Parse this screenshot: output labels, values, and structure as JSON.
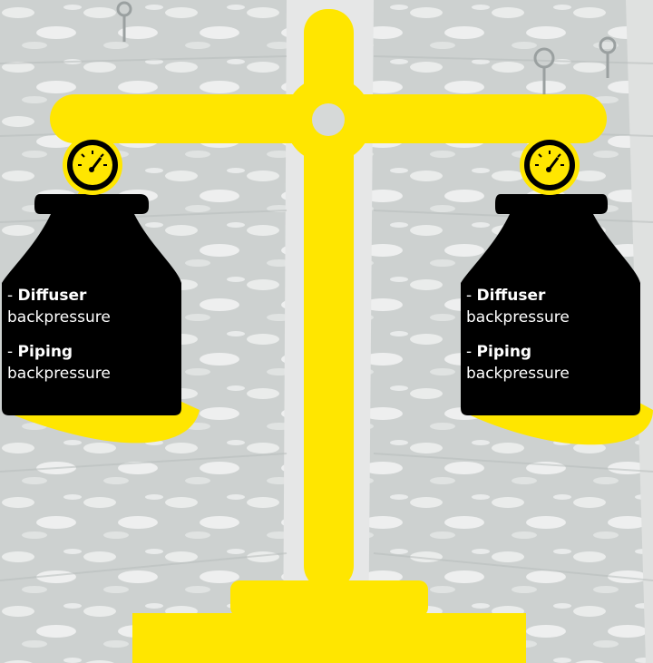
{
  "colors": {
    "scale": "#FFE600",
    "weight": "#000000",
    "text": "#FFFFFF",
    "water": "#CFD3D2",
    "foam": "#F1F3F2",
    "channel_wall": "#E9EAEA"
  },
  "icons": {
    "gauge_left": "pressure-gauge-icon",
    "gauge_right": "pressure-gauge-icon"
  },
  "left_weight": {
    "items": [
      {
        "dash": "-",
        "title": "Diffuser",
        "subtitle": "backpressure"
      },
      {
        "dash": "-",
        "title": "Piping",
        "subtitle": "backpressure"
      }
    ]
  },
  "right_weight": {
    "items": [
      {
        "dash": "-",
        "title": "Diffuser",
        "subtitle": "backpressure"
      },
      {
        "dash": "-",
        "title": "Piping",
        "subtitle": "backpressure"
      }
    ]
  }
}
